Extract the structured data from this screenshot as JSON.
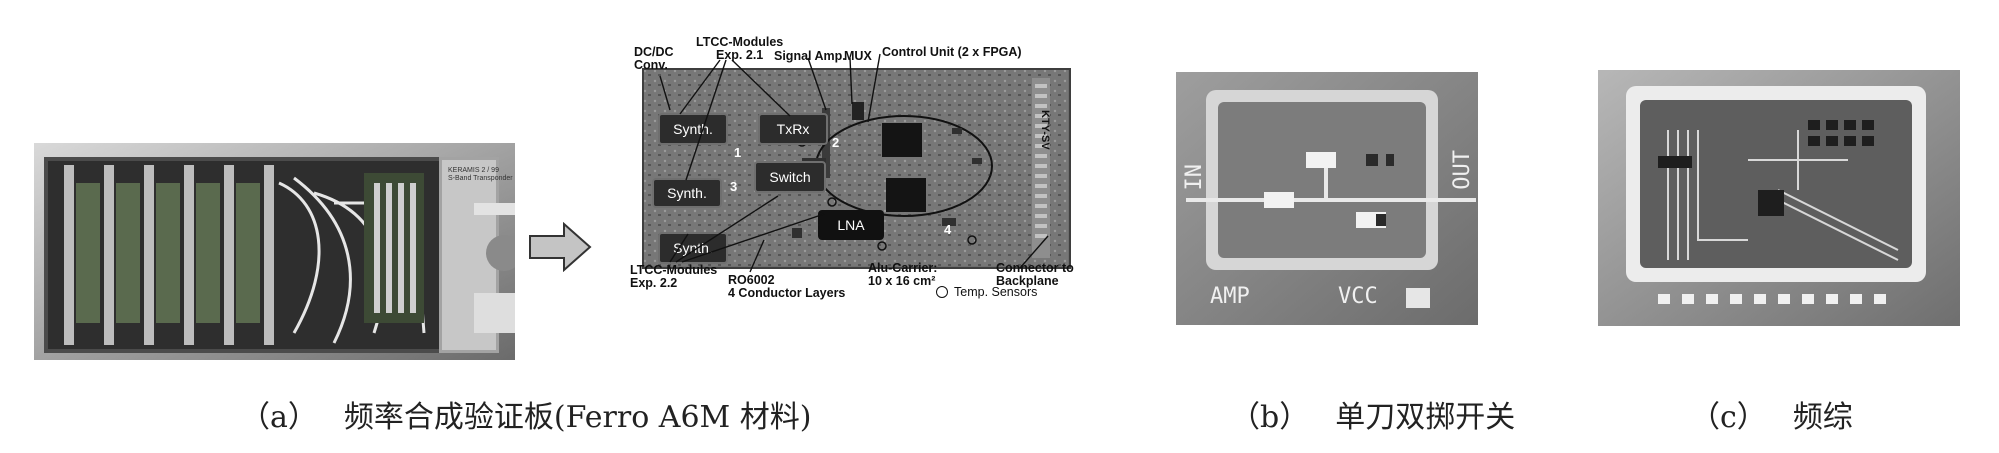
{
  "panel_a": {
    "caption_label": "（a）",
    "caption_text": "频率合成验证板(Ferro A6M 材料)",
    "chassis_plate": [
      "KERAMIS 2 / 99",
      "S-Band Transponder"
    ],
    "pcb": {
      "labels": {
        "dcdc": [
          "DC/DC",
          "Conv."
        ],
        "ltcc_top": [
          "LTCC-Modules",
          "Exp. 2.1"
        ],
        "signal_amp": "Signal Amp.",
        "mux": "MUX",
        "control_unit": "Control Unit (2 x FPGA)",
        "ltcc_bottom": [
          "LTCC-Modules",
          "Exp. 2.2"
        ],
        "ro6002": [
          "RO6002",
          "4 Conductor Layers"
        ],
        "alu_carrier": [
          "Alu-Carrier:",
          "10 x 16 cm²"
        ],
        "connector": [
          "Connector to",
          "Backplane"
        ],
        "temp_sensors": "Temp. Sensors"
      },
      "chips": {
        "synth1": "Synth.",
        "synth2": "Synth.",
        "synth3": "Synth.",
        "txrx": "TxRx",
        "switch": "Switch",
        "lna": "LNA"
      },
      "markers": [
        "1",
        "2",
        "3",
        "4"
      ],
      "side_text": "KTY-SV"
    }
  },
  "panel_b": {
    "caption_label": "（b）",
    "caption_text": "单刀双掷开关",
    "pad_labels": {
      "in": "IN",
      "out": "OUT",
      "amp": "AMP",
      "vcc": "VCC"
    }
  },
  "panel_c": {
    "caption_label": "（c）",
    "caption_text": "频综"
  }
}
